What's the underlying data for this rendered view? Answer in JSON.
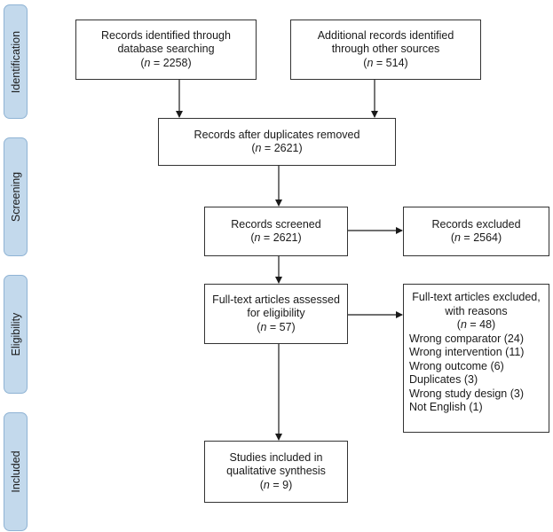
{
  "stages": [
    {
      "label": "Identification"
    },
    {
      "label": "Screening"
    },
    {
      "label": "Eligibility"
    },
    {
      "label": "Included"
    }
  ],
  "boxes": {
    "db": {
      "l1": "Records identified through",
      "l2": "database searching",
      "n": "2258"
    },
    "other": {
      "l1": "Additional records identified",
      "l2": "through other sources",
      "n": "514"
    },
    "dupes": {
      "l1": "Records after duplicates removed",
      "n": "2621"
    },
    "screened": {
      "l1": "Records screened",
      "n": "2621"
    },
    "excluded": {
      "l1": "Records excluded",
      "n": "2564"
    },
    "fulltext": {
      "l1": "Full-text articles assessed",
      "l2": "for eligibility",
      "n": "57"
    },
    "ft_excluded": {
      "l1": "Full-text articles excluded,",
      "l2": "with reasons",
      "n": "48",
      "reasons": [
        "Wrong comparator (24)",
        "Wrong intervention (11)",
        "Wrong outcome (6)",
        "Duplicates (3)",
        "Wrong study design (3)",
        "Not English (1)"
      ]
    },
    "included": {
      "l1": "Studies included in",
      "l2": "qualitative synthesis",
      "n": "9"
    }
  },
  "n_prefix": "n",
  "n_equals": " = "
}
